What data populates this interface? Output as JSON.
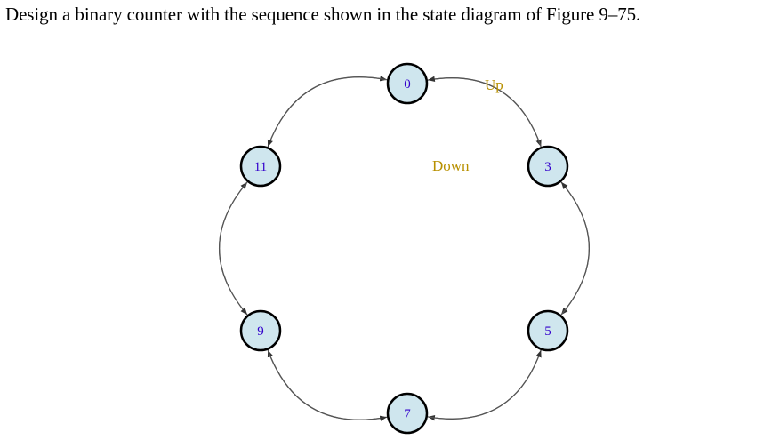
{
  "question": "Design a binary counter with the sequence shown in the state diagram of Figure 9–75.",
  "colors": {
    "node_fill": "#cfe6ee",
    "node_stroke": "#000000",
    "node_text": "#3300cc",
    "label_color": "#b89000",
    "edge_color": "#555555"
  },
  "diagram": {
    "states": [
      "0",
      "3",
      "5",
      "7",
      "9",
      "11"
    ],
    "up_label": "Up",
    "down_label": "Down",
    "up_sequence": [
      "0",
      "3",
      "5",
      "7",
      "9",
      "11"
    ],
    "down_sequence": [
      "0",
      "11",
      "9",
      "7",
      "5",
      "3"
    ]
  }
}
